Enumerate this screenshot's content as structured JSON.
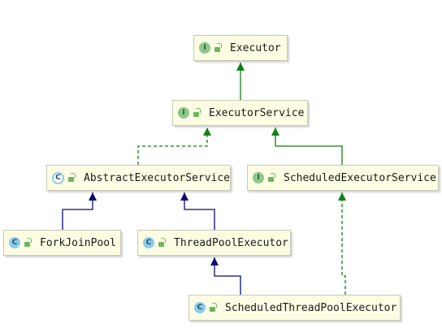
{
  "nodes": [
    {
      "id": "executor",
      "name": "Executor",
      "kind": "I"
    },
    {
      "id": "executor_service",
      "name": "ExecutorService",
      "kind": "I"
    },
    {
      "id": "abstract_executor_service",
      "name": "AbstractExecutorService",
      "kind": "C"
    },
    {
      "id": "scheduled_executor_service",
      "name": "ScheduledExecutorService",
      "kind": "I"
    },
    {
      "id": "fork_join_pool",
      "name": "ForkJoinPool",
      "kind": "C"
    },
    {
      "id": "thread_pool_executor",
      "name": "ThreadPoolExecutor",
      "kind": "C"
    },
    {
      "id": "scheduled_thread_pool_executor",
      "name": "ScheduledThreadPoolExecutor",
      "kind": "C"
    }
  ],
  "edges": [
    {
      "from": "executor_service",
      "to": "executor",
      "type": "extends-interface"
    },
    {
      "from": "abstract_executor_service",
      "to": "executor_service",
      "type": "implements"
    },
    {
      "from": "scheduled_executor_service",
      "to": "executor_service",
      "type": "extends-interface"
    },
    {
      "from": "fork_join_pool",
      "to": "abstract_executor_service",
      "type": "extends-class"
    },
    {
      "from": "thread_pool_executor",
      "to": "abstract_executor_service",
      "type": "extends-class"
    },
    {
      "from": "scheduled_thread_pool_executor",
      "to": "thread_pool_executor",
      "type": "extends-class"
    },
    {
      "from": "scheduled_thread_pool_executor",
      "to": "scheduled_executor_service",
      "type": "implements"
    }
  ],
  "colors": {
    "interface_edge": "#128012",
    "class_edge": "#0b0b6e",
    "node_fill": "#fdfde4",
    "interface_badge": "#8cc88a",
    "class_badge": "#8ccbe8"
  },
  "icons": {
    "interface": "interface-badge-icon",
    "class": "class-badge-icon",
    "abstract": "abstract-class-badge-icon",
    "visibility": "unlocked-icon"
  }
}
